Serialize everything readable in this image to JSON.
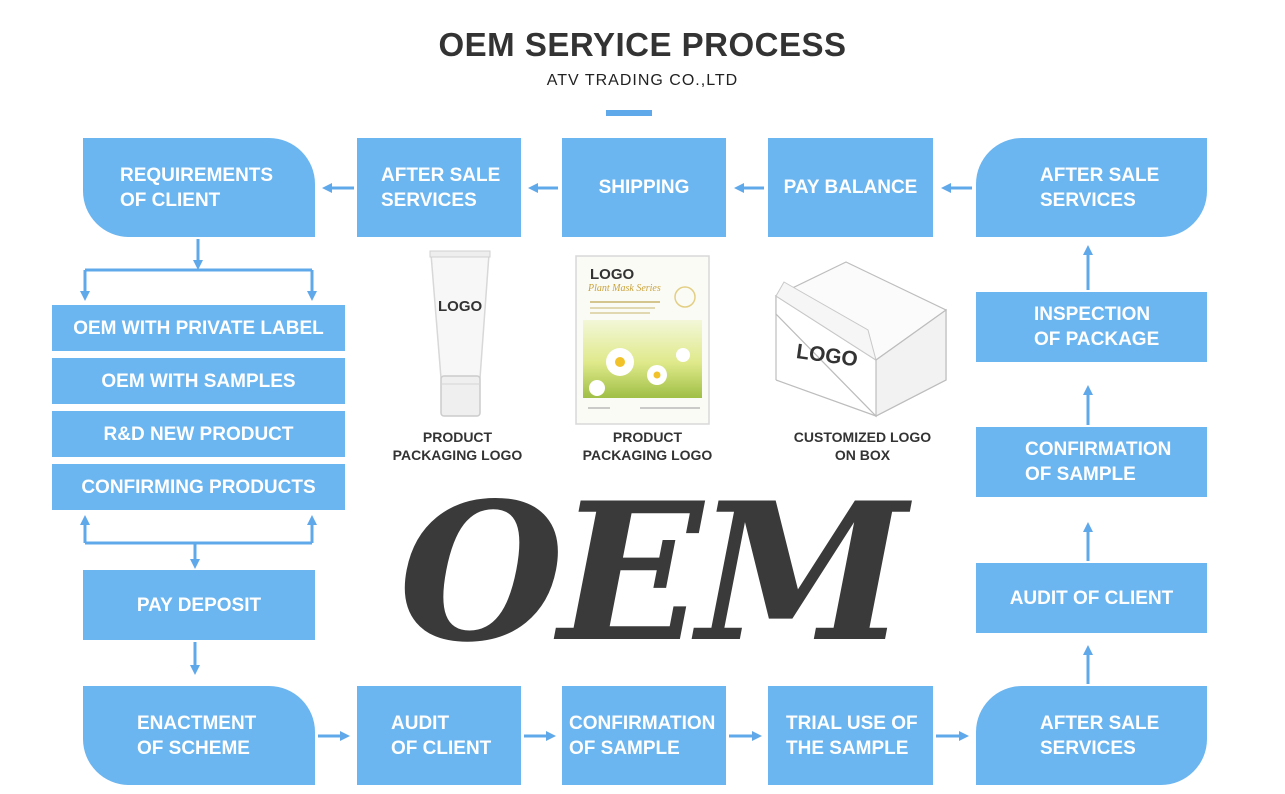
{
  "header": {
    "title": "OEM SERYICE PROCESS",
    "subtitle": "ATV TRADING CO.,LTD"
  },
  "top_row": {
    "requirements": "REQUIREMENTS\nOF CLIENT",
    "after_sale_1": "AFTER SALE\nSERVICES",
    "shipping": "SHIPPING",
    "pay_balance": "PAY BALANCE",
    "after_sale_2": "AFTER SALE\nSERVICES"
  },
  "left_column": {
    "oem_private_label": "OEM WITH PRIVATE LABEL",
    "oem_samples": "OEM WITH SAMPLES",
    "rd_new_product": "R&D NEW PRODUCT",
    "confirming_products": "CONFIRMING PRODUCTS",
    "pay_deposit": "PAY DEPOSIT"
  },
  "bottom_row": {
    "enactment": "ENACTMENT\nOF SCHEME",
    "audit_client": "AUDIT\nOF CLIENT",
    "confirmation_sample": "CONFIRMATION\nOF SAMPLE",
    "trial_use": "TRIAL USE OF\nTHE SAMPLE",
    "after_sale_3": "AFTER SALE\nSERVICES"
  },
  "right_column": {
    "inspection": "INSPECTION\nOF PACKAGE",
    "confirmation_sample": "CONFIRMATION\nOF SAMPLE",
    "audit_client": "AUDIT OF CLIENT"
  },
  "products": {
    "tube_logo": "LOGO",
    "tube_caption": "PRODUCT\nPACKAGING LOGO",
    "mask_logo": "LOGO",
    "mask_series": "Plant Mask Series",
    "mask_caption": "PRODUCT\nPACKAGING LOGO",
    "box_logo": "LOGO",
    "box_caption": "CUSTOMIZED LOGO\nON BOX"
  },
  "center_text": "OEM",
  "colors": {
    "box": "#6bb6f0",
    "arrow": "#5fa9ea",
    "title": "#333333"
  }
}
